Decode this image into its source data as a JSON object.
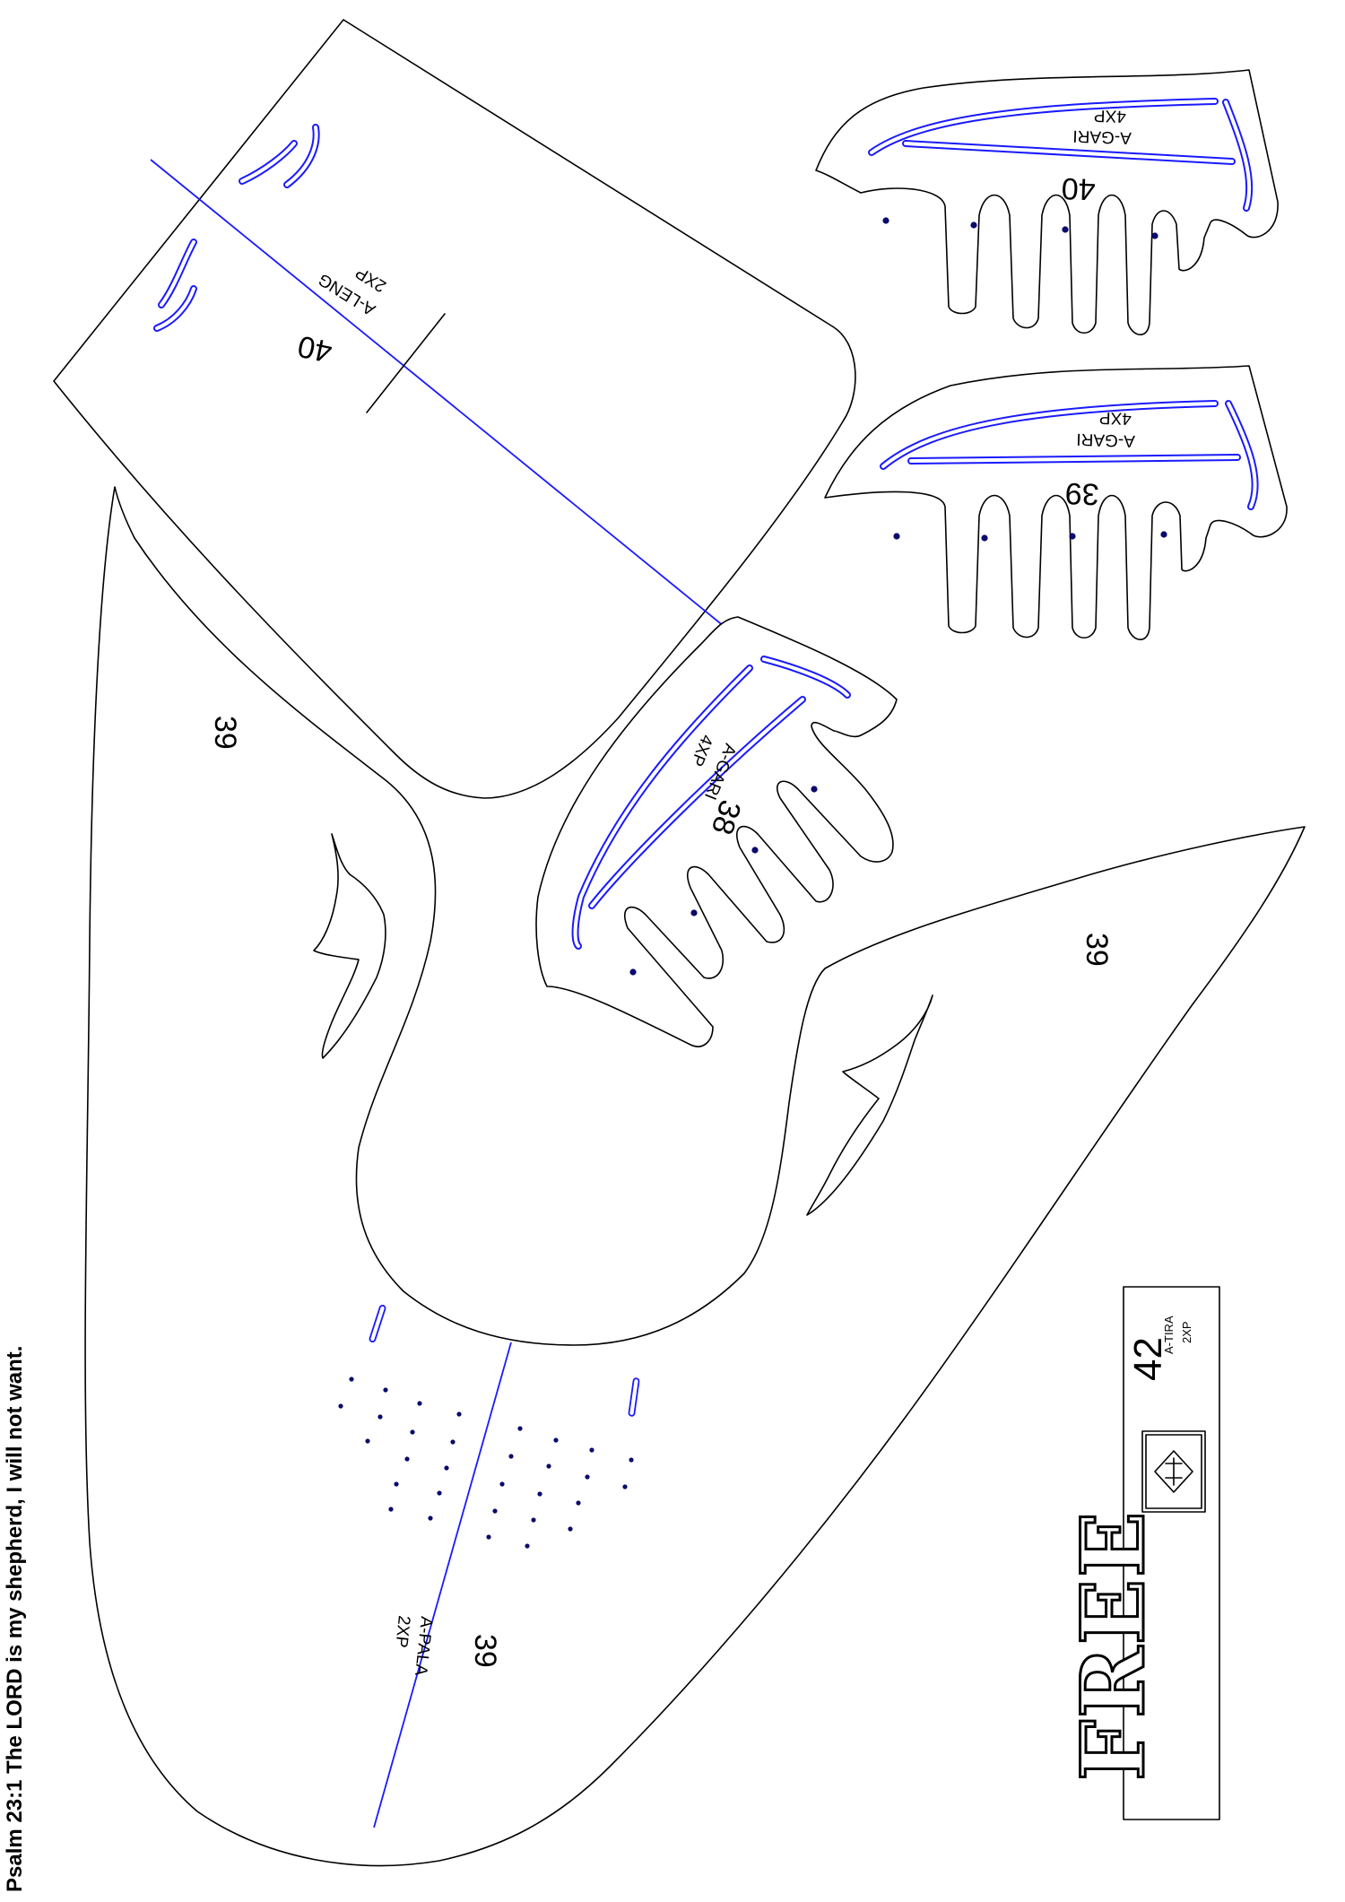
{
  "verse": "Psalm 23:1 The LORD is my shepherd, I will not want.",
  "pieces": {
    "sheet_40": {
      "number": "40",
      "code": "A-LENG",
      "qty": "2XP"
    },
    "comb_40": {
      "number": "40",
      "code": "A-GARI",
      "qty": "4XP"
    },
    "comb_39": {
      "number": "39",
      "code": "A-GARI",
      "qty": "4XP"
    },
    "comb_38": {
      "number": "38",
      "code": "A-GARI",
      "qty": "4XP"
    },
    "pala": {
      "number_top": "39",
      "number_right": "39",
      "number_bottom": "39",
      "code": "A-PALA",
      "qty": "2XP"
    },
    "tira": {
      "number": "42",
      "code": "A-TIRA",
      "qty": "2XP",
      "logo_text": "FREE"
    }
  },
  "colors": {
    "cut_line": "#000000",
    "fold_line": "#1a1aff",
    "marker_dot": "#0a0a6e"
  }
}
